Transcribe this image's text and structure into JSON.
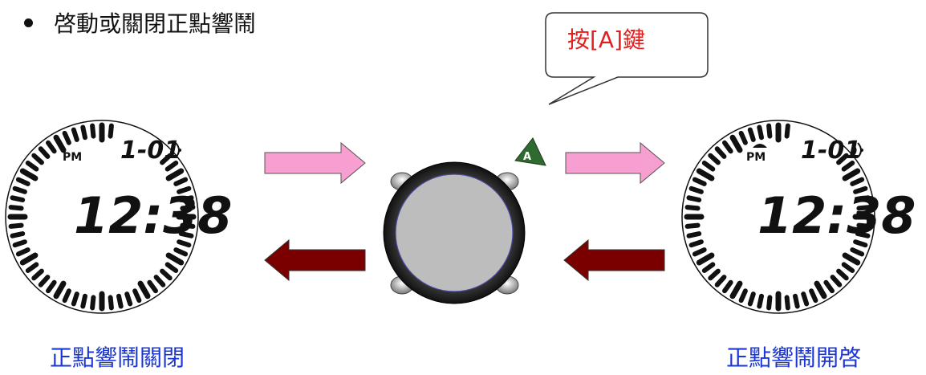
{
  "heading": "啓動或關閉正點響鬧",
  "callout": "按[A]鍵",
  "button_letter": "A",
  "clocks": {
    "left": {
      "ampm": "PM",
      "date": "1-01",
      "time": "12:38",
      "caption": "正點響鬧關閉"
    },
    "right": {
      "ampm": "PM",
      "date": "1-01",
      "time": "12:38",
      "caption": "正點響鬧開啓"
    }
  },
  "colors": {
    "arrow_forward": "#f79fd0",
    "arrow_back": "#7a0000",
    "caption": "#1a35d8",
    "callout_text": "#e02020",
    "button_badge": "#2f6a2f"
  }
}
